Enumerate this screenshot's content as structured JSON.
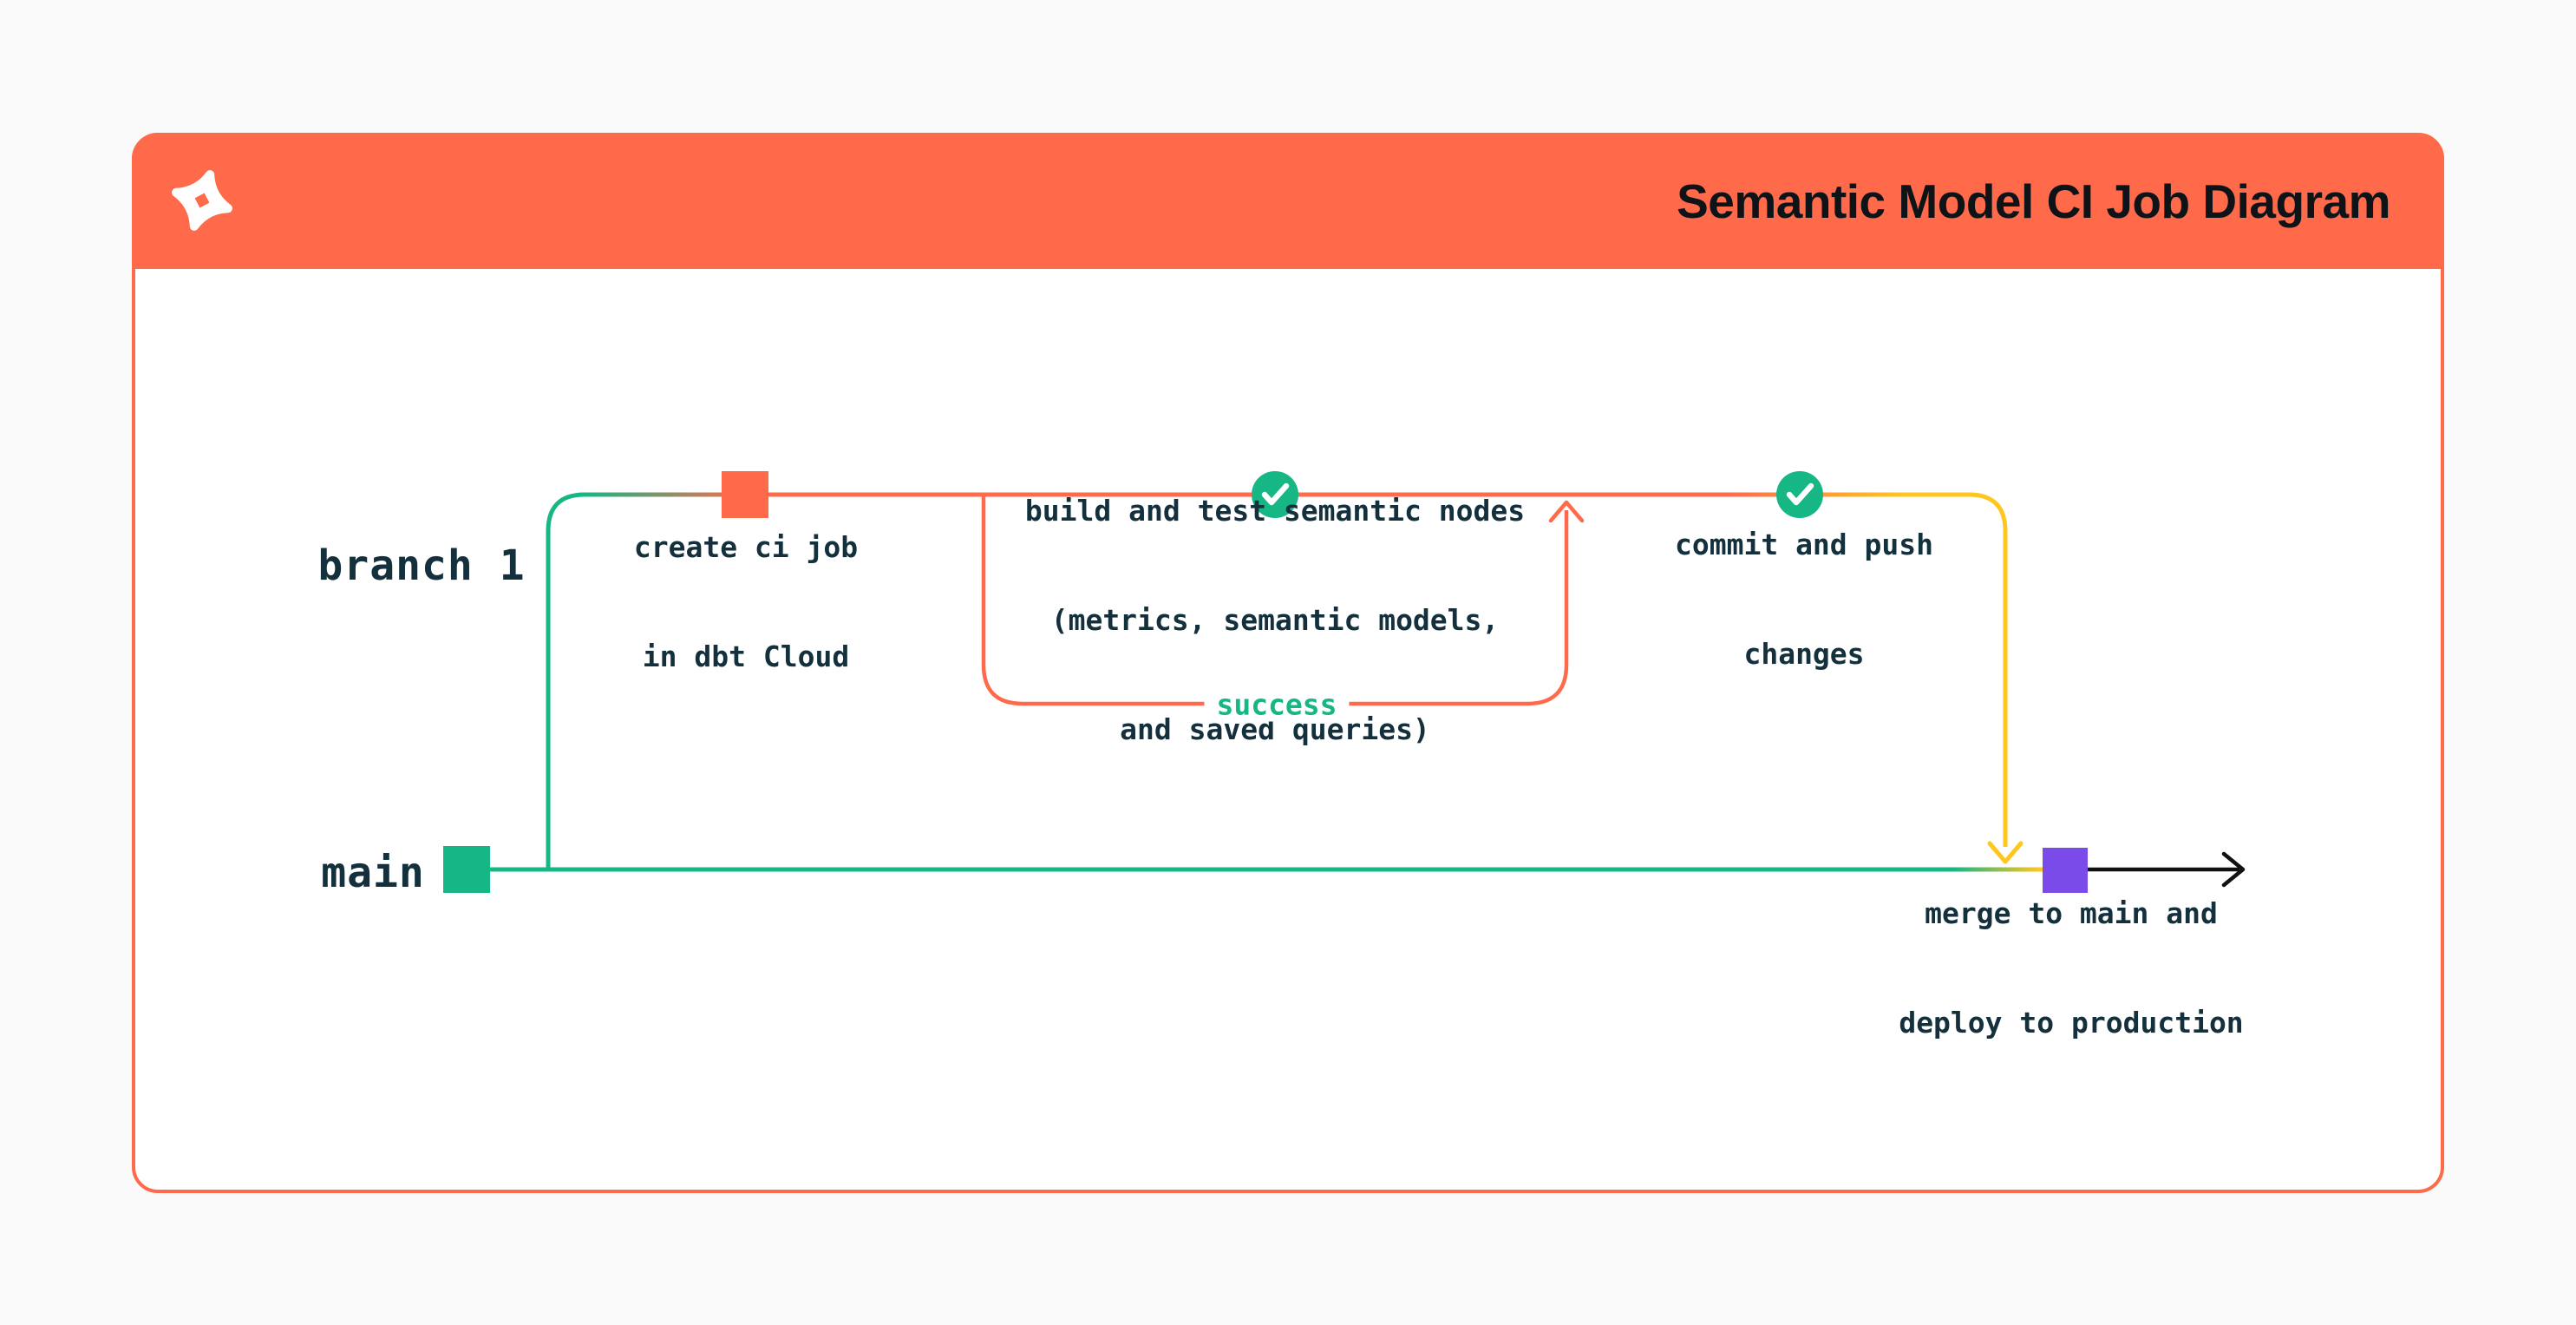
{
  "header": {
    "title": "Semantic Model CI Job Diagram",
    "logo": "dbt-logo"
  },
  "colors": {
    "accent_orange": "#FF6A4B",
    "green": "#16B685",
    "yellow": "#FFC61E",
    "purple": "#7B4BEA",
    "dark_text": "#14303D",
    "header_text": "#0E1318",
    "page_background": "#FBFAFA",
    "card_background": "#FFFFFF",
    "black_arrow": "#111111"
  },
  "diagram": {
    "lanes": [
      {
        "label": "branch 1"
      },
      {
        "label": "main"
      }
    ],
    "nodes": {
      "create_ci": {
        "lines": [
          "create ci job",
          "in dbt Cloud"
        ],
        "marker": "orange-commit-square"
      },
      "build_test": {
        "lines": [
          "build and test semantic nodes",
          "(metrics, semantic models,",
          "and saved queries)"
        ],
        "marker": "check-circle"
      },
      "commit_push": {
        "lines": [
          "commit and push",
          "changes"
        ],
        "marker": "check-circle"
      },
      "merge_deploy": {
        "lines": [
          "merge to main and",
          "deploy to production"
        ],
        "marker": "purple-commit-square"
      }
    },
    "loop": {
      "label": "success"
    },
    "icons": [
      "dbt-logo-icon",
      "check-icon",
      "arrow-up-icon",
      "arrow-down-icon",
      "arrow-right-icon"
    ]
  }
}
